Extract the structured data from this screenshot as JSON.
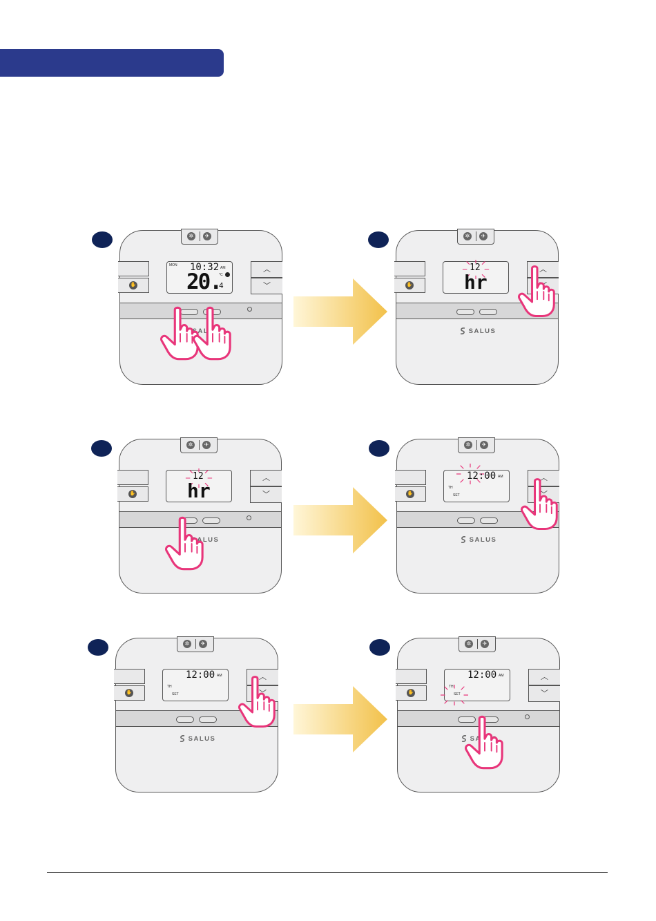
{
  "brand": {
    "logo_text": "SALUS",
    "accent_color": "#2b3a8c",
    "badge_color": "#0f2357",
    "highlight_color": "#e8357a",
    "arrow_color": "#f2c14a"
  },
  "steps": [
    {
      "lcd_day": "MON",
      "lcd_time": "10:32",
      "lcd_ampm": "AM",
      "lcd_temp_main": "20.",
      "lcd_temp_dec": "4",
      "lcd_unit": "°C"
    },
    {
      "lcd_top": "12",
      "lcd_bottom": "hr"
    },
    {
      "lcd_top": "12",
      "lcd_bottom": "hr"
    },
    {
      "lcd_time": "12:00",
      "lcd_ampm": "AM",
      "lcd_day": "TH",
      "lcd_set": "SET"
    },
    {
      "lcd_time": "12:00",
      "lcd_ampm": "AM",
      "lcd_day": "TH",
      "lcd_set": "SET"
    },
    {
      "lcd_time": "12:00",
      "lcd_ampm": "AM",
      "lcd_day": "TH",
      "lcd_set": "SET"
    }
  ],
  "icons": {
    "snowflake": "snowflake-icon",
    "plane": "plane-icon",
    "hand": "hand-icon",
    "up": "chevron-up-icon",
    "down": "chevron-down-icon"
  }
}
